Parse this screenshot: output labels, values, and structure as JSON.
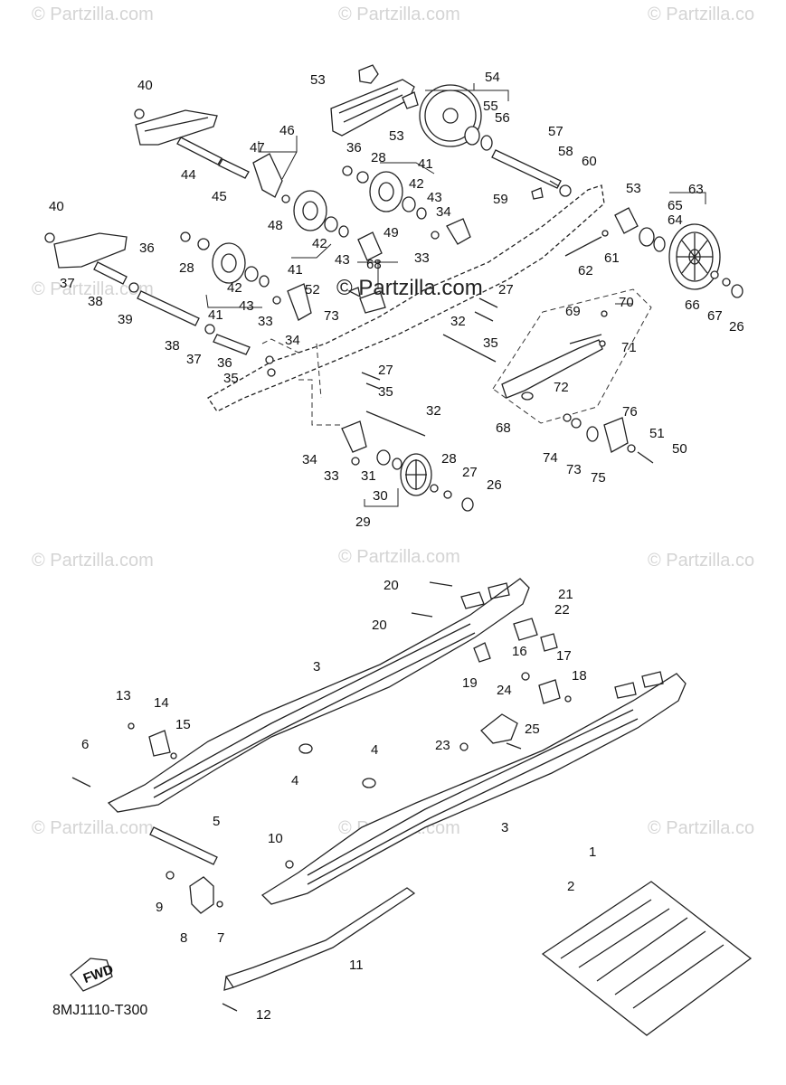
{
  "watermarks": [
    {
      "text": "© Partzilla.com"
    },
    {
      "text": "© Partzilla.com"
    },
    {
      "text": "© Partzilla.co"
    },
    {
      "text": "© Partzilla.com"
    },
    {
      "text": "© Partzilla.com"
    },
    {
      "text": "© Partzilla.co"
    },
    {
      "text": "© Partzilla.com"
    },
    {
      "text": "© Partzilla.com"
    },
    {
      "text": "© Partzilla.co"
    }
  ],
  "center_watermark": "© Partzilla.com",
  "diagram_code": "8MJ1110-T300",
  "fwd_label": "FWD",
  "callouts": [
    "53",
    "54",
    "55",
    "56",
    "53",
    "57",
    "58",
    "60",
    "40",
    "46",
    "47",
    "36",
    "28",
    "41",
    "42",
    "43",
    "59",
    "53",
    "65",
    "63",
    "64",
    "44",
    "45",
    "48",
    "34",
    "40",
    "42",
    "43",
    "49",
    "33",
    "61",
    "62",
    "36",
    "28",
    "41",
    "66",
    "67",
    "26",
    "37",
    "68",
    "52",
    "27",
    "38",
    "42",
    "43",
    "73",
    "70",
    "39",
    "41",
    "33",
    "34",
    "32",
    "35",
    "69",
    "71",
    "38",
    "37",
    "36",
    "35",
    "27",
    "35",
    "72",
    "32",
    "68",
    "76",
    "34",
    "33",
    "31",
    "28",
    "27",
    "26",
    "51",
    "50",
    "74",
    "73",
    "75",
    "30",
    "29",
    "20",
    "21",
    "22",
    "20",
    "19",
    "16",
    "17",
    "18",
    "3",
    "13",
    "14",
    "15",
    "24",
    "6",
    "23",
    "25",
    "4",
    "4",
    "3",
    "5",
    "10",
    "1",
    "2",
    "9",
    "8",
    "7",
    "11",
    "12"
  ]
}
